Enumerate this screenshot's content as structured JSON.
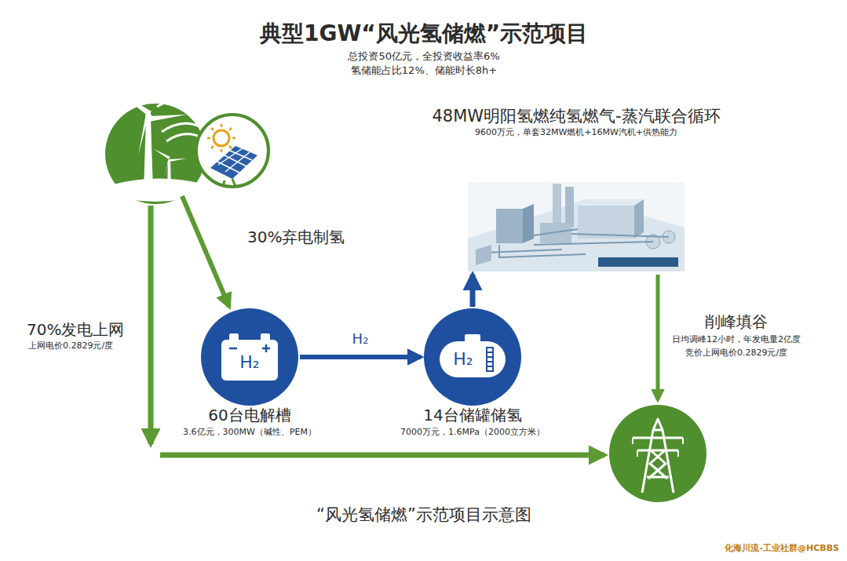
{
  "diagram": {
    "title": "典型1GW“风光氢储燃”示范项目",
    "caption": "“风光氢储燃”示范项目示意图",
    "nodes": [
      {
        "text": [
          "48MW明阳氢燃纯氢燃气-蒸汽联合循环",
          "9600万元，单套32MW燃机+16MW汽机+供热能力"
        ]
      },
      {
        "text": [
          "H₂",
          "60台电解槽",
          "3.6亿元，300MW（碱性、PEM）"
        ]
      },
      {
        "text": [
          "H₂",
          "14台储罐储氢",
          "7000万元，1.6MPa（2000立方米）"
        ]
      }
    ],
    "edges": [
      {
        "from": 1,
        "to": 2,
        "label": "H₂",
        "arrow": "to"
      },
      {
        "from": 2,
        "to": 0,
        "arrow": "to"
      }
    ],
    "labels": [
      "总投资50亿元，全投资收益率6%",
      "氢储能占比12%、储能时长8h+",
      "30%弃电制氢",
      "70%发电上网",
      "上网电价0.2829元/度",
      "削峰填谷",
      "日均调峰12小时，年发电量2亿度",
      "竞价上网电价0.2829元/度",
      "化海川流-工业社群@HCBBS"
    ]
  }
}
